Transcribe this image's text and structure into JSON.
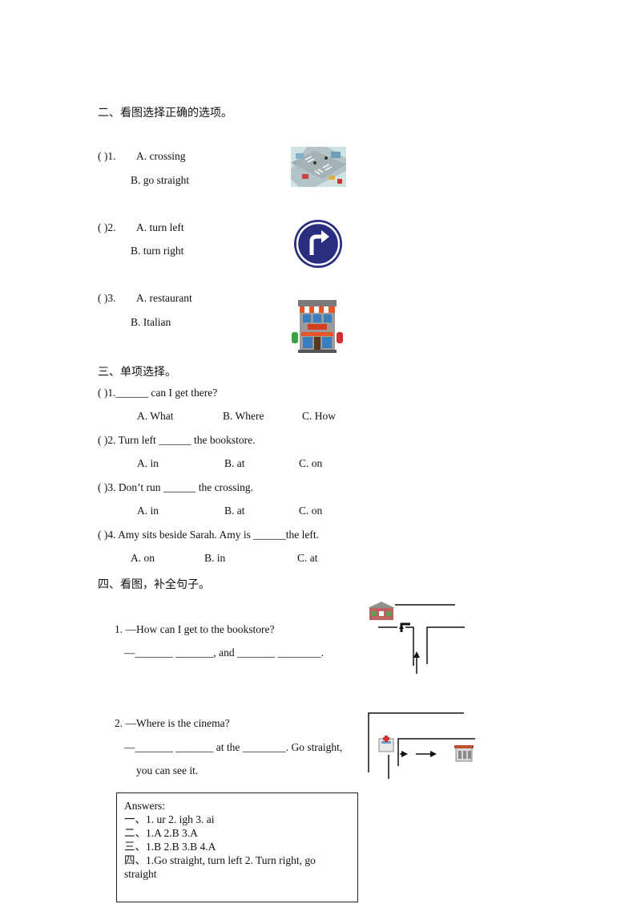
{
  "section2": {
    "heading": "二、看图选择正确的选项。",
    "items": [
      {
        "paren": "(      )1.",
        "a": "A.  crossing",
        "b": "B.  go  straight"
      },
      {
        "paren": "(      )2.",
        "a": "A.  turn  left",
        "b": "B.  turn  right"
      },
      {
        "paren": "(      )3.",
        "a": "A.  restaurant",
        "b": "B.  Italian"
      }
    ]
  },
  "section3": {
    "heading": "三、单项选择。",
    "items": [
      {
        "q": "(      )1.______  can  I  get  there?",
        "a": "A.  What",
        "b": "B.  Where",
        "c": "C.  How"
      },
      {
        "q": "(      )2.  Turn  left  ______  the  bookstore.",
        "a": "A.  in",
        "b": "B.  at",
        "c": "C.  on"
      },
      {
        "q": "(      )3.  Don’t  run  ______  the  crossing.",
        "a": "A.  in",
        "b": "B.  at",
        "c": "C.  on"
      },
      {
        "q": "(      )4.  Amy  sits  beside  Sarah.  Amy  is  ______the  left.",
        "a": "A.  on",
        "b": "B.  in",
        "c": "C.  at"
      }
    ]
  },
  "section4": {
    "heading": "四、看图，补全句子。",
    "q1_line1": "1.  —How  can  I  get  to  the  bookstore?",
    "q1_line2": "—_______  _______,  and  _______  ________.",
    "q2_line1": "2.  —Where  is  the  cinema?",
    "q2_line2": "—_______  _______  at  the  ________.  Go  straight,",
    "q2_line3": "you  can  see  it."
  },
  "answers": {
    "title": "Answers:",
    "lines": [
      "一、1.  ur  2.  igh  3.  ai",
      "二、1.A    2.B    3.A",
      "三、1.B    2.B    3.B    4.A",
      "四、1.Go  straight,  turn  left  2.  Turn  right,  go  straight"
    ]
  }
}
